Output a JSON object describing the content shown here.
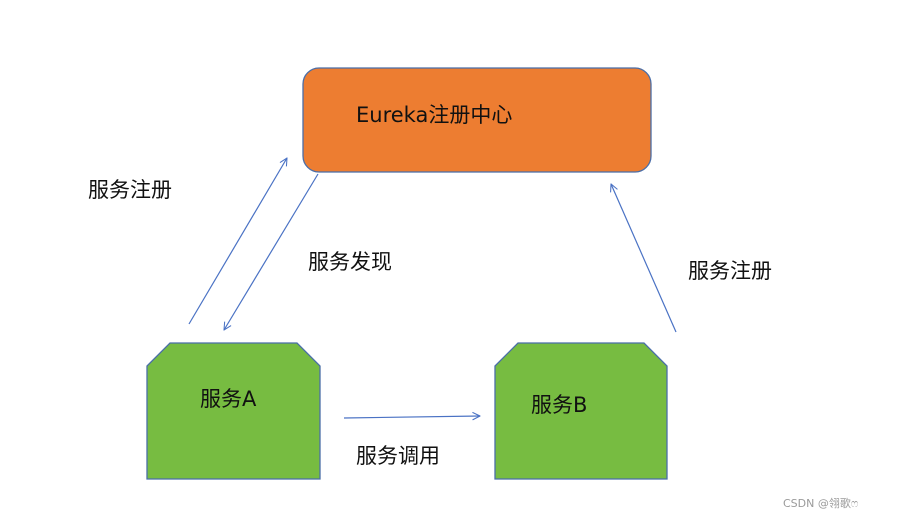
{
  "colors": {
    "registry_fill": "#ED7D31",
    "service_fill": "#77BC41",
    "node_stroke": "#4A6EA8",
    "arrow": "#4A72C4",
    "text": "#111111",
    "watermark": "#9a9a9a"
  },
  "nodes": {
    "registry": {
      "label": "Eureka注册中心"
    },
    "service_a": {
      "label": "服务A"
    },
    "service_b": {
      "label": "服务B"
    }
  },
  "edges": {
    "a_register": "服务注册",
    "discovery": "服务发现",
    "b_register": "服务注册",
    "call": "服务调用"
  },
  "watermark": "CSDN @翎歌ෆ"
}
